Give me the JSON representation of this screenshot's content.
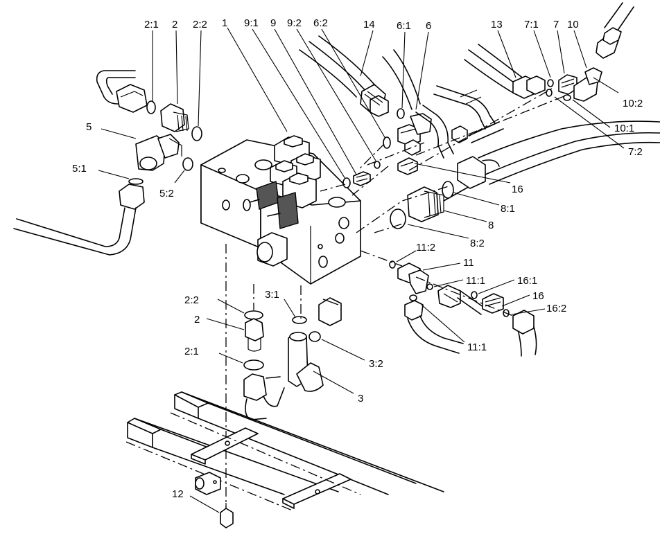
{
  "callouts": [
    {
      "id": "c-2-1-top",
      "text": "2:1"
    },
    {
      "id": "c-2-top",
      "text": "2"
    },
    {
      "id": "c-2-2-top",
      "text": "2:2"
    },
    {
      "id": "c-1",
      "text": "1"
    },
    {
      "id": "c-9-1",
      "text": "9:1"
    },
    {
      "id": "c-9",
      "text": "9"
    },
    {
      "id": "c-9-2",
      "text": "9:2"
    },
    {
      "id": "c-6-2",
      "text": "6:2"
    },
    {
      "id": "c-14",
      "text": "14"
    },
    {
      "id": "c-6-1",
      "text": "6:1"
    },
    {
      "id": "c-6",
      "text": "6"
    },
    {
      "id": "c-13",
      "text": "13"
    },
    {
      "id": "c-7-1",
      "text": "7:1"
    },
    {
      "id": "c-7",
      "text": "7"
    },
    {
      "id": "c-10",
      "text": "10"
    },
    {
      "id": "c-10-2",
      "text": "10:2"
    },
    {
      "id": "c-10-1",
      "text": "10:1"
    },
    {
      "id": "c-7-2",
      "text": "7:2"
    },
    {
      "id": "c-5",
      "text": "5"
    },
    {
      "id": "c-5-1",
      "text": "5:1"
    },
    {
      "id": "c-5-2",
      "text": "5:2"
    },
    {
      "id": "c-16-right",
      "text": "16"
    },
    {
      "id": "c-8-1",
      "text": "8:1"
    },
    {
      "id": "c-8",
      "text": "8"
    },
    {
      "id": "c-8-2",
      "text": "8:2"
    },
    {
      "id": "c-11-2",
      "text": "11:2"
    },
    {
      "id": "c-11",
      "text": "11"
    },
    {
      "id": "c-11-1-top",
      "text": "11:1"
    },
    {
      "id": "c-16-1",
      "text": "16:1"
    },
    {
      "id": "c-16-mid",
      "text": "16"
    },
    {
      "id": "c-16-2",
      "text": "16:2"
    },
    {
      "id": "c-11-1-bottom",
      "text": "11:1"
    },
    {
      "id": "c-2-2-bottom",
      "text": "2:2"
    },
    {
      "id": "c-2-bottom",
      "text": "2"
    },
    {
      "id": "c-2-1-bottom",
      "text": "2:1"
    },
    {
      "id": "c-3-1",
      "text": "3:1"
    },
    {
      "id": "c-3-2",
      "text": "3:2"
    },
    {
      "id": "c-3",
      "text": "3"
    },
    {
      "id": "c-12",
      "text": "12"
    }
  ]
}
